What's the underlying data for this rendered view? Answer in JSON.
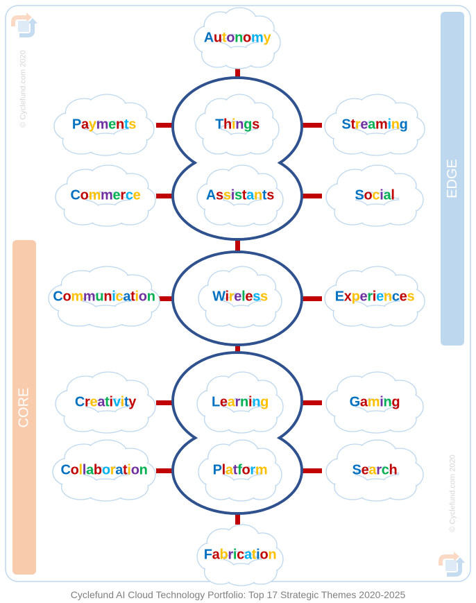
{
  "title": "Cyclefund AI Cloud Technology Portfolio: Top 17 Strategic Themes 2020-2025",
  "watermark": "© Cyclefund.com 2020",
  "sections": {
    "edge": "EDGE",
    "core": "CORE"
  },
  "colors": {
    "letters": [
      "#0070C0",
      "#C00000",
      "#FFC000",
      "#7030A0",
      "#00B050",
      "#C00000",
      "#00B0F0",
      "#FFC000"
    ],
    "outline": "#2F528F",
    "connector": "#C00000",
    "cloud": "#BDD7EE",
    "edge_bar": "#BDD7EE",
    "core_bar": "#F8CBAD"
  },
  "themes": {
    "autonomy": "Autonomy",
    "payments": "Payments",
    "things": "Things",
    "streaming": "Streaming",
    "commerce": "Commerce",
    "assistants": "Assistants",
    "social": "Social",
    "communication": "Communication",
    "wireless": "Wireless",
    "experiences": "Experiences",
    "creativity": "Creativity",
    "learning": "Learning",
    "gaming": "Gaming",
    "collaboration": "Collaboration",
    "platform": "Platform",
    "search": "Search",
    "fabrication": "Fabrication"
  }
}
